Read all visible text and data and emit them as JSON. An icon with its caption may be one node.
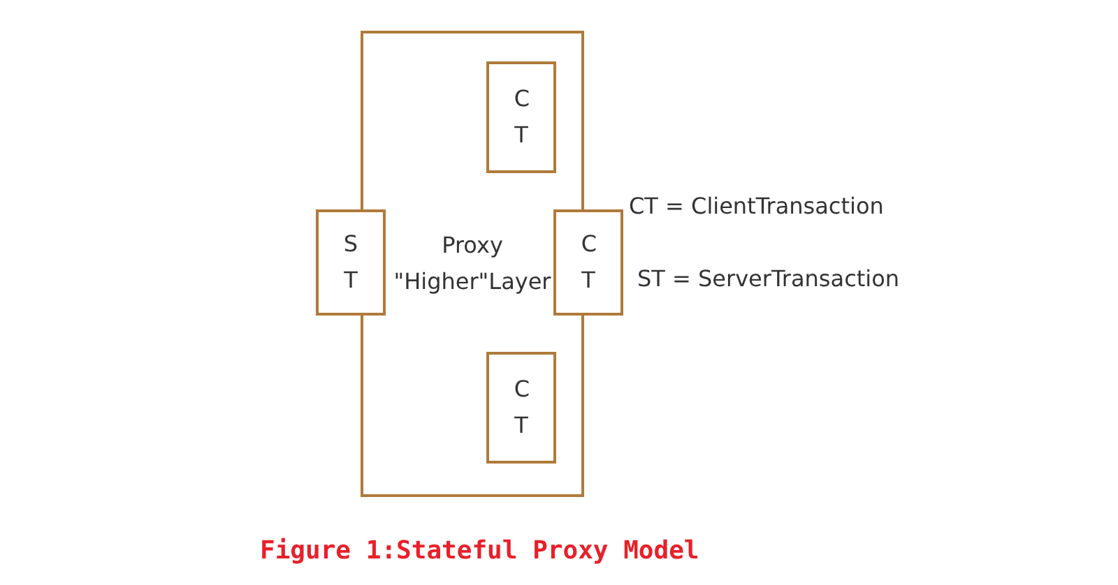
{
  "diagram": {
    "caption": "Figure 1:Stateful Proxy Model",
    "nodes": [
      {
        "text": [
          "Proxy \"Higher\"Layer"
        ]
      },
      {
        "text": [
          "C T"
        ],
        "in": 0
      },
      {
        "text": [
          "S T"
        ]
      },
      {
        "text": [
          "C T"
        ]
      },
      {
        "text": [
          "C T"
        ],
        "in": 0
      }
    ],
    "labels": [
      "CT = ClientTransaction",
      "ST = ServerTransaction"
    ]
  }
}
